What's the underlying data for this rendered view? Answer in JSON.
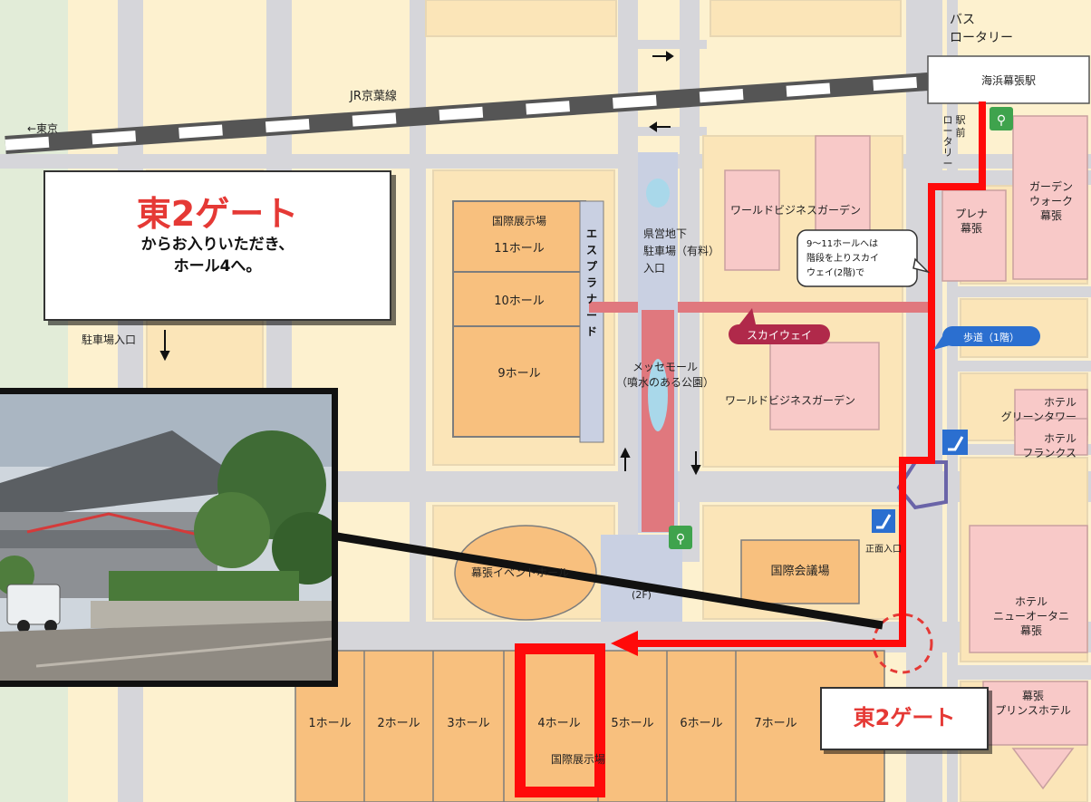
{
  "callout": {
    "gate": "東2ゲート",
    "line1": "からお入りいただき、",
    "line2": "ホール4へ。"
  },
  "gate_label": "東2ゲート",
  "rail": {
    "line_name": "JR京葉線",
    "to_tokyo": "←東京",
    "station": "海浜幕張駅"
  },
  "labels": {
    "bus_1": "バス",
    "bus_2": "ロータリー",
    "ekimae_1": "駅",
    "ekimae_2": "前",
    "rotary": [
      "ロ",
      "ー",
      "タ",
      "リ",
      "ー"
    ],
    "gardenwalk": [
      "ガーデン",
      "ウォーク",
      "幕張"
    ],
    "plena": [
      "プレナ",
      "幕張"
    ],
    "wbg_north": "ワールドビジネスガーデン",
    "wbg_south": "ワールドビジネスガーデン",
    "parking_underground": [
      "県営地下",
      "駐車場（有料）",
      "入口"
    ],
    "parking_entrance": "駐車場入口",
    "esplanade": [
      "エ",
      "ス",
      "プ",
      "ラ",
      "ナ",
      "ー",
      "ド"
    ],
    "messe_mall": [
      "メッセモール",
      "（噴水のある公園）"
    ],
    "event_hall": "幕張イベントホール",
    "front_entrance": "正面入口",
    "floor_2f": "(2F)",
    "conference": "国際会議場",
    "hotel_green_tower": [
      "ホテル",
      "グリーンタワー"
    ],
    "hotel_franks": [
      "ホテル",
      "フランクス"
    ],
    "hotel_new_otani": [
      "ホテル",
      "ニューオータニ",
      "幕張"
    ],
    "hotel_prince": [
      "幕張",
      "プリンスホテル"
    ]
  },
  "halls_north": {
    "title": "国際展示場",
    "hall_11": "11ホール",
    "hall_10": "10ホール",
    "hall_9": "9ホール"
  },
  "halls_south": {
    "title": "国際展示場",
    "halls": [
      "1ホール",
      "2ホール",
      "3ホール",
      "4ホール",
      "5ホール",
      "6ホール",
      "7ホール"
    ]
  },
  "signs": {
    "skyway": "スカイウェイ",
    "sidewalk": "歩道（1階）",
    "note": [
      "9〜11ホールへは",
      "階段を上りスカイ",
      "ウェイ(2階)で"
    ]
  },
  "icons": {
    "toilet": "restroom-icon",
    "escalator": "escalator-icon"
  },
  "colors": {
    "route": "#ff0a0a",
    "callout_text": "#e53935",
    "hall_fill": "#f8c07e",
    "skyway_fill": "#e0787e",
    "sidewalk_line": "#6a64a8",
    "map_background": "#fdf1cf",
    "sign_blue": "#2b6fd0",
    "skyway_sign": "#b0294a"
  }
}
